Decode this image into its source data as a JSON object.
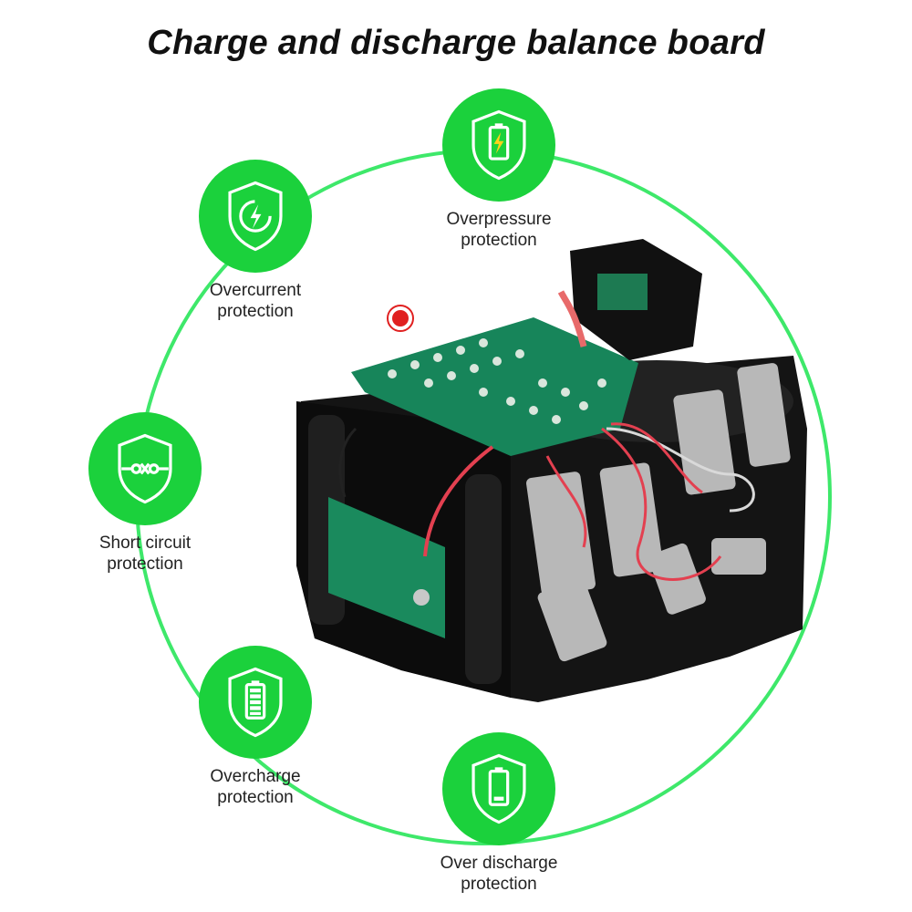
{
  "title": "Charge and discharge balance board",
  "colors": {
    "accent": "#1bd13c",
    "ring": "#3ee86a",
    "marker": "#e02020"
  },
  "features": [
    {
      "icon": "battery-bolt-shield-icon",
      "line1": "Overpressure",
      "line2": "protection"
    },
    {
      "icon": "bolt-shield-icon",
      "line1": "Overcurrent",
      "line2": "protection"
    },
    {
      "icon": "short-circuit-shield-icon",
      "line1": "Short circuit",
      "line2": "protection"
    },
    {
      "icon": "battery-full-shield-icon",
      "line1": "Overcharge",
      "line2": "protection"
    },
    {
      "icon": "battery-low-shield-icon",
      "line1": "Over discharge",
      "line2": "protection"
    }
  ],
  "product": {
    "name": "battery-pack-with-balance-board-image"
  }
}
